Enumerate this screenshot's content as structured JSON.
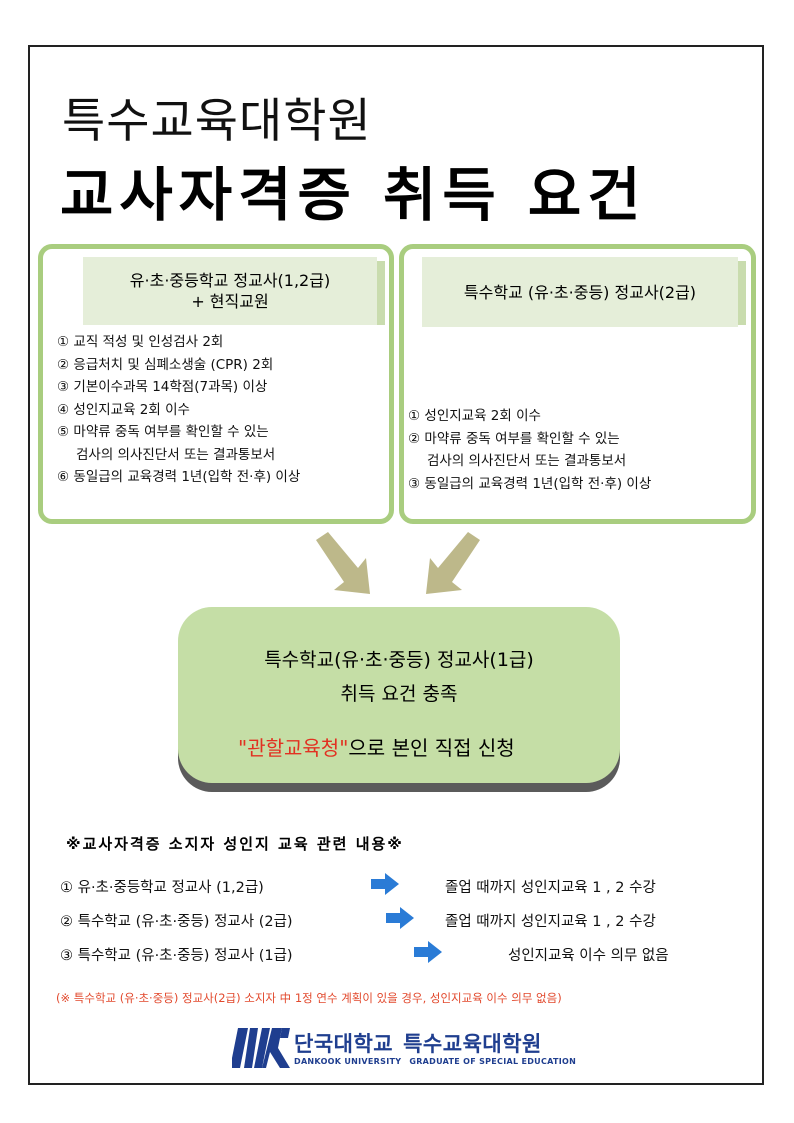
{
  "header": {
    "title_line1": "특수교육대학원",
    "title_line2": "교사자격증 취득 요건"
  },
  "left_panel": {
    "heading_line1": "유·초·중등학교 정교사(1,2급)",
    "heading_line2": "+ 현직교원",
    "items": [
      "① 교직 적성 및 인성검사 2회",
      "② 응급처치 및 심폐소생술 (CPR) 2회",
      "③ 기본이수과목 14학점(7과목) 이상",
      "④ 성인지교육 2회 이수",
      "⑤ 마약류 중독 여부를 확인할 수 있는",
      "검사의 의사진단서 또는 결과통보서",
      "⑥ 동일급의 교육경력 1년(입학 전·후) 이상"
    ]
  },
  "right_panel": {
    "heading": "특수학교 (유·초·중등) 정교사(2급)",
    "items": [
      "① 성인지교육 2회 이수",
      "② 마약류 중독 여부를 확인할 수 있는",
      "검사의 의사진단서 또는 결과통보서",
      "③ 동일급의 교육경력 1년(입학 전·후) 이상"
    ]
  },
  "result": {
    "line1": "특수학교(유·초·중등) 정교사(1급)",
    "line2": "취득 요건 충족",
    "highlight": "\"관할교육청\"",
    "line3_rest": "으로 본인 직접 신청"
  },
  "notice": {
    "title": "※교사자격증 소지자 성인지 교육 관련 내용※",
    "rows": [
      {
        "left": "① 유·초·중등학교 정교사 (1,2급)",
        "right": "졸업 때까지 성인지교육 1 , 2 수강"
      },
      {
        "left": "② 특수학교 (유·초·중등) 정교사 (2급)",
        "right": "졸업 때까지 성인지교육 1 , 2 수강"
      },
      {
        "left": "③ 특수학교 (유·초·중등) 정교사 (1급)",
        "right": "성인지교육 이수 의무 없음"
      }
    ],
    "footnote": "(※ 특수학교 (유·초·중등) 정교사(2급) 소지자 中 1정 연수 계획이 있을 경우, 성인지교육 이수 의무 없음)"
  },
  "logo": {
    "name_ko": "단국대학교",
    "dept_ko": "특수교육대학원",
    "name_en": "DANKOOK UNIVERSITY",
    "dept_en": "GRADUATE OF SPECIAL EDUCATION"
  },
  "colors": {
    "panel_border": "#a9cd7f",
    "panel_heading_bg": "#e5eed9",
    "arrow": "#bdb88a",
    "result_bg": "#c5dea6",
    "highlight": "#e23121",
    "row_arrow": "#2a7bd6",
    "footnote": "#e2492d",
    "logo": "#1f3e8f"
  }
}
